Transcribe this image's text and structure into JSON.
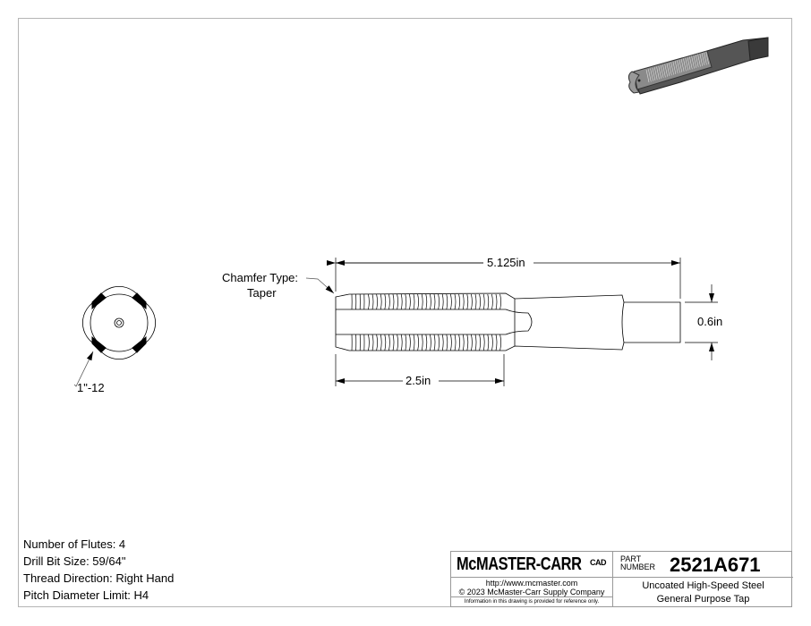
{
  "dimensions": {
    "overall_length": "5.125in",
    "thread_length": "2.5in",
    "square_size": "0.6in"
  },
  "callouts": {
    "chamfer_line1": "Chamfer Type:",
    "chamfer_line2": "Taper",
    "thread_size": "1\"-12"
  },
  "notes": [
    "Number of Flutes: 4",
    "Drill Bit Size: 59/64\"",
    "Thread Direction: Right Hand",
    "Pitch Diameter Limit: H4"
  ],
  "title_block": {
    "logo": "McMASTER-CARR",
    "logo_suffix": "CAD",
    "url": "http://www.mcmaster.com",
    "copyright": "© 2023 McMaster-Carr Supply Company",
    "disclaimer": "Information in this drawing is provided for reference only.",
    "part_label_1": "PART",
    "part_label_2": "NUMBER",
    "part_number": "2521A671",
    "description_1": "Uncoated High-Speed Steel",
    "description_2": "General Purpose Tap"
  },
  "colors": {
    "line": "#000000",
    "frame": "#b5b5b5",
    "render": "#4a4a4a"
  }
}
